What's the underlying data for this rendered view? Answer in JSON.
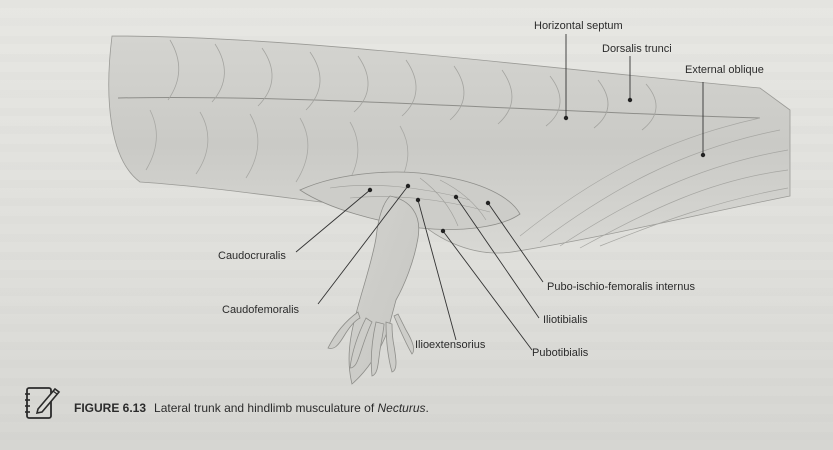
{
  "figure": {
    "labels": {
      "horizontal_septum": "Horizontal septum",
      "dorsalis_trunci": "Dorsalis trunci",
      "external_oblique": "External oblique",
      "caudocruralis": "Caudocruralis",
      "caudofemoralis": "Caudofemoralis",
      "ilioextensorius": "Ilioextensorius",
      "pubo_ischio_femoralis_internus": "Pubo-ischio-femoralis internus",
      "iliotibialis": "Iliotibialis",
      "pubotibialis": "Pubotibialis"
    },
    "caption": {
      "number": "FIGURE 6.13",
      "text_before": "Lateral trunk and hindlimb musculature of ",
      "italic_name": "Necturus",
      "text_after": "."
    }
  },
  "icons": {
    "caption_icon": "notebook-pencil-icon"
  },
  "colors": {
    "paper": "#e2e2de",
    "ink": "#2b2b2b",
    "leader": "#333333"
  }
}
